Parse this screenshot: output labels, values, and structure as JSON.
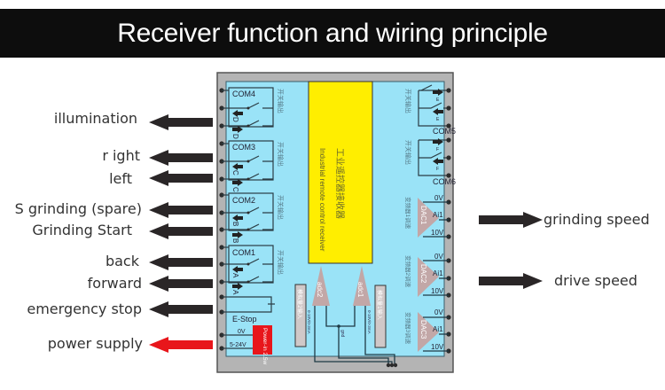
{
  "title": "Receiver function and wiring principle",
  "colors": {
    "banner_bg": "#0d0d0d",
    "board_frame": "#b4b4b4",
    "board_bg": "#9ae3f7",
    "module_yellow": "#ffee00",
    "power_red": "#e8161b",
    "arrow_dark": "#2a2627",
    "dac_triangle": "#c2a7a7"
  },
  "left_outputs": [
    {
      "label": "illumination",
      "color": "dark"
    },
    {
      "label": "r ight",
      "color": "dark"
    },
    {
      "label": "left",
      "color": "dark"
    },
    {
      "label": "S grinding (spare)",
      "color": "dark"
    },
    {
      "label": "Grinding Start",
      "color": "dark"
    },
    {
      "label": "back",
      "color": "dark"
    },
    {
      "label": "forward",
      "color": "dark"
    },
    {
      "label": "emergency stop",
      "color": "dark"
    },
    {
      "label": "power supply",
      "color": "red"
    }
  ],
  "right_outputs": [
    {
      "label": "grinding speed"
    },
    {
      "label": "drive speed"
    }
  ],
  "board": {
    "relay_groups_left": [
      {
        "com": "COM4",
        "contact": "D",
        "note": "开关输出"
      },
      {
        "com": "COM3",
        "contact": "C",
        "note": "开关输出"
      },
      {
        "com": "COM2",
        "contact": "B",
        "note": "开关输出"
      },
      {
        "com": "COM1",
        "contact": "A",
        "note": "开关输出"
      }
    ],
    "relay_groups_right": [
      {
        "com": "COM5",
        "contact": "E",
        "note": "开关输出"
      },
      {
        "com": "COM6",
        "contact": "F",
        "note": "开关输出"
      }
    ],
    "estop_label": "E-Stop",
    "power": {
      "v0": "0V",
      "vin": "5-24V",
      "badge": "Power-in 2.5w"
    },
    "receiver_module": {
      "cn": "工业遥控器接收器",
      "en": "Industrial remote control receiver"
    },
    "adc": [
      {
        "name": "adc2",
        "range": "0-10V/0-3mA",
        "cn": "模拟量2输入"
      },
      {
        "name": "adc1",
        "range": "0-10V/0-3mA",
        "cn": "模拟量1输入"
      }
    ],
    "gnd_label": "gnd",
    "dac": [
      {
        "name": "DAC1",
        "cn": "变频器1调速",
        "pins": [
          "0V",
          "Ai1",
          "10V"
        ]
      },
      {
        "name": "DAC2",
        "cn": "变频器2调速",
        "pins": [
          "0V",
          "Ai1",
          "10V"
        ]
      },
      {
        "name": "DAC3",
        "cn": "变频器3调速",
        "pins": [
          "0V",
          "Ai1",
          "10V"
        ]
      }
    ]
  }
}
